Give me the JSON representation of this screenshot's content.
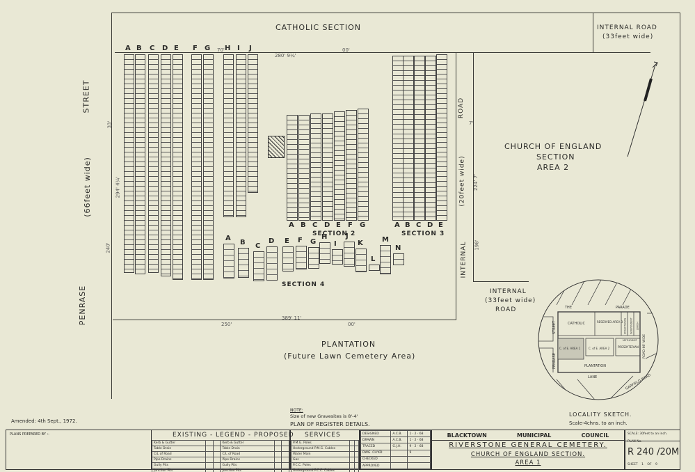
{
  "plan": {
    "catholic_section": "CATHOLIC SECTION",
    "internal_road_top": {
      "line1": "INTERNAL ROAD",
      "line2": "(33feet wide)"
    },
    "street_left": {
      "name1": "STREET",
      "width": "(66feet wide)",
      "name2": "PENRASE"
    },
    "internal_road_right": {
      "road": "ROAD",
      "width": "(20feet wide)",
      "internal": "INTERNAL"
    },
    "internal_road_bottom": {
      "line1": "INTERNAL",
      "line2": "(33feet wide)",
      "line3": "ROAD"
    },
    "church_area2": {
      "line1": "CHURCH OF ENGLAND",
      "line2": "SECTION",
      "line3": "AREA 2"
    },
    "plantation": {
      "line1": "PLANTATION",
      "line2": "(Future Lawn Cemetery Area)"
    },
    "sections": {
      "s1_columns": [
        "A",
        "B",
        "C",
        "D",
        "E",
        "F",
        "G",
        "H",
        "I",
        "J"
      ],
      "s2_columns": [
        "A",
        "B",
        "C",
        "D",
        "E",
        "F",
        "G"
      ],
      "s2_label": "SECTION 2",
      "s3_columns": [
        "A",
        "B",
        "C",
        "D",
        "E"
      ],
      "s3_label": "SECTION 3",
      "s4_columns": [
        "A",
        "B",
        "C",
        "D",
        "E",
        "F",
        "G",
        "H",
        "I",
        "J",
        "K",
        "L",
        "M",
        "N"
      ],
      "s4_label": "SECTION 4"
    },
    "dimensions": {
      "top_70": "70'",
      "top_280": "280' 9¼'",
      "top_00": "00'",
      "left_33": "33'",
      "left_294": "294' 4¼'",
      "left_240": "240'",
      "bottom_250": "250'",
      "bottom_389": "389' 11'",
      "bottom_00": "00'",
      "road_224": "224' 7'",
      "road_198": "198'",
      "road_7": "7'"
    }
  },
  "locality_sketch": {
    "title": "LOCALITY SKETCH.",
    "scale": "Scale-4chns. to an inch.",
    "labels": {
      "the_parade": "THE PARADE",
      "catholic": "CATHOLIC",
      "reserved": "RESERVED AREA 3",
      "unsectarian": "UNSECTARIAN",
      "independent": "INDEPENDENT",
      "jewish": "JEWISH",
      "methodist": "METHODIST",
      "presbyterian": "PRESBYTERIAN",
      "ce_area1": "C. of E. AREA 1",
      "ce_area2": "C. of E. AREA 2",
      "plantation": "PLANTATION",
      "lane": "LANE",
      "street": "STREET",
      "penrase": "PENRASE",
      "road_wide": "ROAD 66' WIDE",
      "garfield_road": "GARFIELD ROAD"
    }
  },
  "notes": {
    "amended": "Amended: 4th Sept., 1972.",
    "note_label": "NOTE:",
    "note_text": "Size of new Gravesites is 8'-4'",
    "register": "PLAN OF REGISTER DETAILS."
  },
  "title_block": {
    "plans_prepared_by": "PLANS PREPARED BY :-",
    "legend_header": "EXISTING - LEGEND - PROPOSED",
    "legend_items": [
      "Kerb & Gutter",
      "Table Drain",
      "C/L of Road",
      "Pipe Drains",
      "Gully Pits",
      "Junction Pits"
    ],
    "services_header": "SERVICES",
    "services_items": [
      "P.M.G. Poles",
      "Underground P.M.G. Cables",
      "Water Main",
      "Gas",
      "P.C.C. Poles",
      "Underground P.C.C. Cables"
    ],
    "sign_off": [
      {
        "role": "DESIGNED",
        "initials": "A.C.B.",
        "date": "1 · 2 · 68"
      },
      {
        "role": "DRAWN",
        "initials": "A.C.B.",
        "date": "1 · 2 · 68"
      },
      {
        "role": "TRACED",
        "initials": "G.J.H.",
        "date": "9 · 2 · 68"
      },
      {
        "role": "DWG. CH'KD",
        "initials": "",
        "date": "9"
      },
      {
        "role": "CHECKED",
        "initials": "",
        "date": ""
      },
      {
        "role": "APPROVED",
        "initials": "",
        "date": ""
      }
    ],
    "council": [
      "BLACKTOWN",
      "MUNICIPAL",
      "COUNCIL"
    ],
    "title1": "RIVERSTONE GENERAL CEMETERY.",
    "title2": "CHURCH OF ENGLAND SECTION.",
    "title3": "AREA 1",
    "scale": "SCALE: 30feet to an inch.",
    "plan_no_label": "PLAN No.",
    "plan_no": "R 240 /20M",
    "sheet": "SHEET 1 OF 9"
  },
  "north_arrow_icon": "north-arrow-icon"
}
